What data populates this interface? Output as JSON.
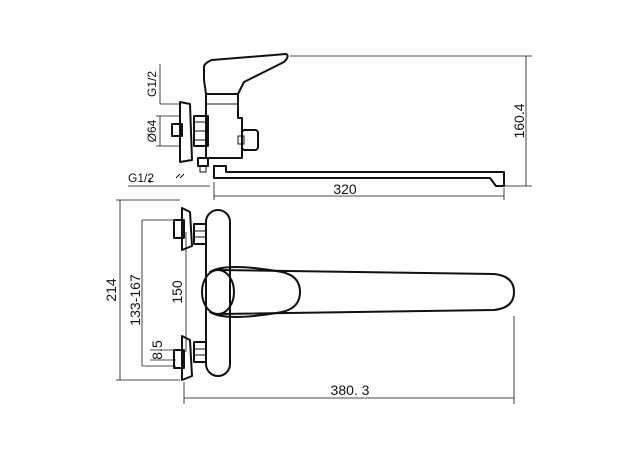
{
  "drawing": {
    "dims": {
      "top_thread": "G1/2",
      "diameter": "Ø64",
      "bottom_thread": "G1/2",
      "height": "160.4",
      "spout_length": "320",
      "total_height": "214",
      "center_range": "133-167",
      "center_distance": "150",
      "offset": "8.5",
      "total_length": "380. 3"
    }
  },
  "colors": {
    "line": "#111111",
    "background": "#ffffff"
  }
}
